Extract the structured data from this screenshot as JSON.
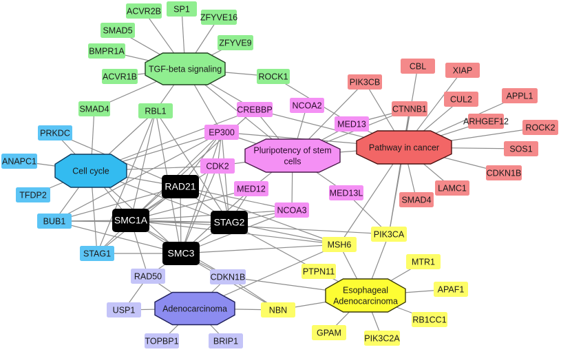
{
  "figure": {
    "type": "gene-pathway network",
    "edge_color": "#8c8c8c"
  },
  "categories": {
    "tgf": {
      "fill": "#90ee90",
      "hub_fill": "#90ee90",
      "stroke": "#1f3f1f",
      "text": "#1a1a1a"
    },
    "cellcycle": {
      "fill": "#5bc4f5",
      "hub_fill": "#33bbf0",
      "stroke": "#0e3a5c",
      "text": "#1a1a1a"
    },
    "pluri": {
      "fill": "#f490f4",
      "hub_fill": "#f490f4",
      "stroke": "#4a1a4a",
      "text": "#2a0a2a"
    },
    "cancer": {
      "fill": "#f4898a",
      "hub_fill": "#f26666",
      "stroke": "#4a1010",
      "text": "#1a1a1a"
    },
    "eso": {
      "fill": "#fdfd66",
      "hub_fill": "#fdfd33",
      "stroke": "#3a3a0a",
      "text": "#1a1a1a"
    },
    "adeno": {
      "fill": "#c4c4f8",
      "hub_fill": "#8c8cf0",
      "stroke": "#20205a",
      "text": "#1a1a1a"
    },
    "core": {
      "fill": "#000000",
      "hub_fill": "#000000",
      "stroke": "#000000",
      "text": "#ffffff"
    }
  },
  "hubs": [
    {
      "id": "tgf",
      "label_lines": [
        "TGF-beta signaling"
      ],
      "category": "tgf"
    },
    {
      "id": "cellcycle",
      "label_lines": [
        "Cell cycle"
      ],
      "category": "cellcycle"
    },
    {
      "id": "pluri",
      "label_lines": [
        "Pluripotency of stem",
        "cells"
      ],
      "category": "pluri"
    },
    {
      "id": "cancer",
      "label_lines": [
        "Pathway in cancer"
      ],
      "category": "cancer"
    },
    {
      "id": "eso",
      "label_lines": [
        "Esophageal",
        "Adenocarcinoma"
      ],
      "category": "eso"
    },
    {
      "id": "adeno",
      "label_lines": [
        "Adenocarcinoma"
      ],
      "category": "adeno"
    }
  ],
  "genes": [
    {
      "id": "ACVR2B",
      "label": "ACVR2B",
      "category": "tgf"
    },
    {
      "id": "SP1",
      "label": "SP1",
      "category": "tgf"
    },
    {
      "id": "ZFYVE16",
      "label": "ZFYVE16",
      "category": "tgf"
    },
    {
      "id": "SMAD5",
      "label": "SMAD5",
      "category": "tgf"
    },
    {
      "id": "ZFYVE9",
      "label": "ZFYVE9",
      "category": "tgf"
    },
    {
      "id": "BMPR1A",
      "label": "BMPR1A",
      "category": "tgf"
    },
    {
      "id": "ACVR1B",
      "label": "ACVR1B",
      "category": "tgf"
    },
    {
      "id": "ROCK1",
      "label": "ROCK1",
      "category": "tgf"
    },
    {
      "id": "SMAD4_tgf",
      "label": "SMAD4",
      "category": "tgf"
    },
    {
      "id": "RBL1",
      "label": "RBL1",
      "category": "tgf"
    },
    {
      "id": "PRKDC",
      "label": "PRKDC",
      "category": "cellcycle"
    },
    {
      "id": "ANAPC1",
      "label": "ANAPC1",
      "category": "cellcycle"
    },
    {
      "id": "TFDP2",
      "label": "TFDP2",
      "category": "cellcycle"
    },
    {
      "id": "BUB1",
      "label": "BUB1",
      "category": "cellcycle"
    },
    {
      "id": "STAG1",
      "label": "STAG1",
      "category": "cellcycle"
    },
    {
      "id": "CREBBP",
      "label": "CREBBP",
      "category": "pluri"
    },
    {
      "id": "NCOA2",
      "label": "NCOA2",
      "category": "pluri"
    },
    {
      "id": "MED13",
      "label": "MED13",
      "category": "pluri"
    },
    {
      "id": "EP300",
      "label": "EP300",
      "category": "pluri"
    },
    {
      "id": "CDK2",
      "label": "CDK2",
      "category": "pluri"
    },
    {
      "id": "MED12",
      "label": "MED12",
      "category": "pluri"
    },
    {
      "id": "NCOA3",
      "label": "NCOA3",
      "category": "pluri"
    },
    {
      "id": "MED13L",
      "label": "MED13L",
      "category": "pluri"
    },
    {
      "id": "PIK3CB",
      "label": "PIK3CB",
      "category": "cancer"
    },
    {
      "id": "CBL",
      "label": "CBL",
      "category": "cancer"
    },
    {
      "id": "XIAP",
      "label": "XIAP",
      "category": "cancer"
    },
    {
      "id": "CTNNB1",
      "label": "CTNNB1",
      "category": "cancer"
    },
    {
      "id": "CUL2",
      "label": "CUL2",
      "category": "cancer"
    },
    {
      "id": "APPL1",
      "label": "APPL1",
      "category": "cancer"
    },
    {
      "id": "ARHGEF12",
      "label": "ARHGEF12",
      "category": "cancer"
    },
    {
      "id": "ROCK2",
      "label": "ROCK2",
      "category": "cancer"
    },
    {
      "id": "SOS1",
      "label": "SOS1",
      "category": "cancer"
    },
    {
      "id": "CDKN1B_c",
      "label": "CDKN1B",
      "category": "cancer"
    },
    {
      "id": "LAMC1",
      "label": "LAMC1",
      "category": "cancer"
    },
    {
      "id": "SMAD4_c",
      "label": "SMAD4",
      "category": "cancer"
    },
    {
      "id": "RAD21",
      "label": "RAD21",
      "category": "core"
    },
    {
      "id": "SMC1A",
      "label": "SMC1A",
      "category": "core"
    },
    {
      "id": "STAG2",
      "label": "STAG2",
      "category": "core"
    },
    {
      "id": "SMC3",
      "label": "SMC3",
      "category": "core"
    },
    {
      "id": "PIK3CA",
      "label": "PIK3CA",
      "category": "eso"
    },
    {
      "id": "MSH6",
      "label": "MSH6",
      "category": "eso"
    },
    {
      "id": "PTPN11",
      "label": "PTPN11",
      "category": "eso"
    },
    {
      "id": "MTR1",
      "label": "MTR1",
      "category": "eso"
    },
    {
      "id": "APAF1",
      "label": "APAF1",
      "category": "eso"
    },
    {
      "id": "RB1CC1",
      "label": "RB1CC1",
      "category": "eso"
    },
    {
      "id": "GPAM",
      "label": "GPAM",
      "category": "eso"
    },
    {
      "id": "PIK3C2A",
      "label": "PIK3C2A",
      "category": "eso"
    },
    {
      "id": "NBN",
      "label": "NBN",
      "category": "eso"
    },
    {
      "id": "RAD50",
      "label": "RAD50",
      "category": "adeno"
    },
    {
      "id": "CDKN1B_a",
      "label": "CDKN1B",
      "category": "adeno"
    },
    {
      "id": "USP1",
      "label": "USP1",
      "category": "adeno"
    },
    {
      "id": "TOPBP1",
      "label": "TOPBP1",
      "category": "adeno"
    },
    {
      "id": "BRIP1",
      "label": "BRIP1",
      "category": "adeno"
    }
  ],
  "edges": [
    [
      "tgf",
      "ACVR2B"
    ],
    [
      "tgf",
      "SP1"
    ],
    [
      "tgf",
      "ZFYVE16"
    ],
    [
      "tgf",
      "SMAD5"
    ],
    [
      "tgf",
      "ZFYVE9"
    ],
    [
      "tgf",
      "BMPR1A"
    ],
    [
      "tgf",
      "ACVR1B"
    ],
    [
      "tgf",
      "ROCK1"
    ],
    [
      "tgf",
      "SMAD4_tgf"
    ],
    [
      "tgf",
      "RBL1"
    ],
    [
      "tgf",
      "CREBBP"
    ],
    [
      "tgf",
      "EP300"
    ],
    [
      "tgf",
      "pluri"
    ],
    [
      "ROCK1",
      "MED13"
    ],
    [
      "cellcycle",
      "PRKDC"
    ],
    [
      "cellcycle",
      "ANAPC1"
    ],
    [
      "cellcycle",
      "TFDP2"
    ],
    [
      "cellcycle",
      "BUB1"
    ],
    [
      "cellcycle",
      "STAG1"
    ],
    [
      "cellcycle",
      "SMAD4_tgf"
    ],
    [
      "cellcycle",
      "RBL1"
    ],
    [
      "cellcycle",
      "EP300"
    ],
    [
      "cellcycle",
      "CREBBP"
    ],
    [
      "cellcycle",
      "CDK2"
    ],
    [
      "cellcycle",
      "RAD21"
    ],
    [
      "cellcycle",
      "SMC1A"
    ],
    [
      "cellcycle",
      "SMC3"
    ],
    [
      "cellcycle",
      "STAG2"
    ],
    [
      "PRKDC",
      "RAD21"
    ],
    [
      "pluri",
      "CREBBP"
    ],
    [
      "pluri",
      "NCOA2"
    ],
    [
      "pluri",
      "MED13"
    ],
    [
      "pluri",
      "EP300"
    ],
    [
      "pluri",
      "CDK2"
    ],
    [
      "pluri",
      "MED12"
    ],
    [
      "pluri",
      "NCOA3"
    ],
    [
      "pluri",
      "MED13L"
    ],
    [
      "pluri",
      "cancer"
    ],
    [
      "pluri",
      "PIK3CB"
    ],
    [
      "pluri",
      "CTNNB1"
    ],
    [
      "cancer",
      "PIK3CB"
    ],
    [
      "cancer",
      "CBL"
    ],
    [
      "cancer",
      "XIAP"
    ],
    [
      "cancer",
      "CTNNB1"
    ],
    [
      "cancer",
      "CUL2"
    ],
    [
      "cancer",
      "APPL1"
    ],
    [
      "cancer",
      "ARHGEF12"
    ],
    [
      "cancer",
      "ROCK2"
    ],
    [
      "cancer",
      "SOS1"
    ],
    [
      "cancer",
      "CDKN1B_c"
    ],
    [
      "cancer",
      "LAMC1"
    ],
    [
      "cancer",
      "SMAD4_c"
    ],
    [
      "cancer",
      "MED13"
    ],
    [
      "cancer",
      "EP300"
    ],
    [
      "cancer",
      "CREBBP"
    ],
    [
      "cancer",
      "PIK3CA"
    ],
    [
      "cancer",
      "MSH6"
    ],
    [
      "CTNNB1",
      "MED13"
    ],
    [
      "EP300",
      "CDK2"
    ],
    [
      "EP300",
      "SMC1A"
    ],
    [
      "EP300",
      "SMC3"
    ],
    [
      "EP300",
      "STAG2"
    ],
    [
      "EP300",
      "RAD21"
    ],
    [
      "EP300",
      "BUB1"
    ],
    [
      "CDK2",
      "SMC3"
    ],
    [
      "CDK2",
      "SMC1A"
    ],
    [
      "CDK2",
      "STAG2"
    ],
    [
      "CREBBP",
      "SMC1A"
    ],
    [
      "RBL1",
      "SMC1A"
    ],
    [
      "RBL1",
      "SMC3"
    ],
    [
      "RBL1",
      "STAG2"
    ],
    [
      "RBL1",
      "STAG1"
    ],
    [
      "RAD21",
      "SMC1A"
    ],
    [
      "RAD21",
      "STAG2"
    ],
    [
      "RAD21",
      "SMC3"
    ],
    [
      "RAD21",
      "NCOA3"
    ],
    [
      "RAD21",
      "MSH6"
    ],
    [
      "RAD21",
      "BUB1"
    ],
    [
      "RAD21",
      "STAG1"
    ],
    [
      "SMC1A",
      "STAG2"
    ],
    [
      "SMC1A",
      "SMC3"
    ],
    [
      "SMC1A",
      "NCOA3"
    ],
    [
      "SMC1A",
      "MSH6"
    ],
    [
      "SMC1A",
      "PIK3CA"
    ],
    [
      "SMC1A",
      "BUB1"
    ],
    [
      "SMC1A",
      "STAG1"
    ],
    [
      "SMC1A",
      "RAD50"
    ],
    [
      "SMC1A",
      "MED12"
    ],
    [
      "SMC1A",
      "CDKN1B_a"
    ],
    [
      "STAG2",
      "SMC3"
    ],
    [
      "STAG2",
      "NCOA3"
    ],
    [
      "STAG2",
      "MSH6"
    ],
    [
      "STAG2",
      "MED12"
    ],
    [
      "STAG2",
      "PTPN11"
    ],
    [
      "STAG2",
      "BUB1"
    ],
    [
      "SMC3",
      "NCOA3"
    ],
    [
      "SMC3",
      "MSH6"
    ],
    [
      "SMC3",
      "STAG1"
    ],
    [
      "SMC3",
      "BUB1"
    ],
    [
      "SMC3",
      "RAD50"
    ],
    [
      "SMC3",
      "CDKN1B_a"
    ],
    [
      "SMC3",
      "NBN"
    ],
    [
      "SMC3",
      "MED12"
    ],
    [
      "MED13L",
      "PIK3CA"
    ],
    [
      "MSH6",
      "eso"
    ],
    [
      "MSH6",
      "adeno"
    ],
    [
      "PIK3CA",
      "eso"
    ],
    [
      "PIK3CA",
      "CTNNB1"
    ],
    [
      "eso",
      "PTPN11"
    ],
    [
      "eso",
      "MTR1"
    ],
    [
      "eso",
      "APAF1"
    ],
    [
      "eso",
      "RB1CC1"
    ],
    [
      "eso",
      "GPAM"
    ],
    [
      "eso",
      "PIK3C2A"
    ],
    [
      "eso",
      "NBN"
    ],
    [
      "adeno",
      "RAD50"
    ],
    [
      "adeno",
      "CDKN1B_a"
    ],
    [
      "adeno",
      "USP1"
    ],
    [
      "adeno",
      "TOPBP1"
    ],
    [
      "adeno",
      "BRIP1"
    ],
    [
      "adeno",
      "NBN"
    ],
    [
      "RAD50",
      "USP1"
    ],
    [
      "CDKN1B_a",
      "NBN"
    ],
    [
      "CDKN1B_a",
      "eso"
    ]
  ]
}
